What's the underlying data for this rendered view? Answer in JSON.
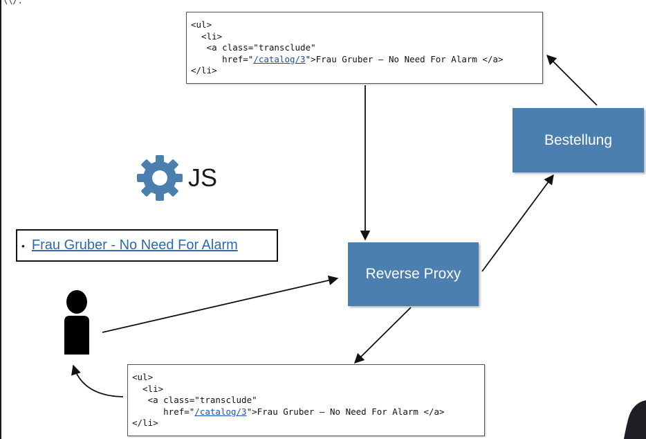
{
  "code_top": {
    "lines": [
      "<ul>",
      "  <li>",
      "   <a class=\"transclude\"",
      "      href=\"",
      "</li>"
    ],
    "href": "/catalog/3",
    "after_href": "\">Frau Gruber – No Need For Alarm </a>"
  },
  "code_bottom": {
    "lines": [
      "<ul>",
      "  <li>",
      "   <a class=\"transclude\"",
      "      href=\"",
      "</li>"
    ],
    "href": "/catalog/3",
    "after_href": "\">Frau Gruber – No Need For Alarm </a>"
  },
  "nodes": {
    "proxy": "Reverse Proxy",
    "order": "Bestellung"
  },
  "js_label": "JS",
  "list_item": {
    "bullet": "•",
    "link": "Frau Gruber - No Need For Alarm"
  },
  "colors": {
    "node_fill": "#4a7fb0",
    "link": "#1a4fb5",
    "gear": "#4a7fb0"
  },
  "icons": [
    "gear-icon",
    "person-icon"
  ]
}
